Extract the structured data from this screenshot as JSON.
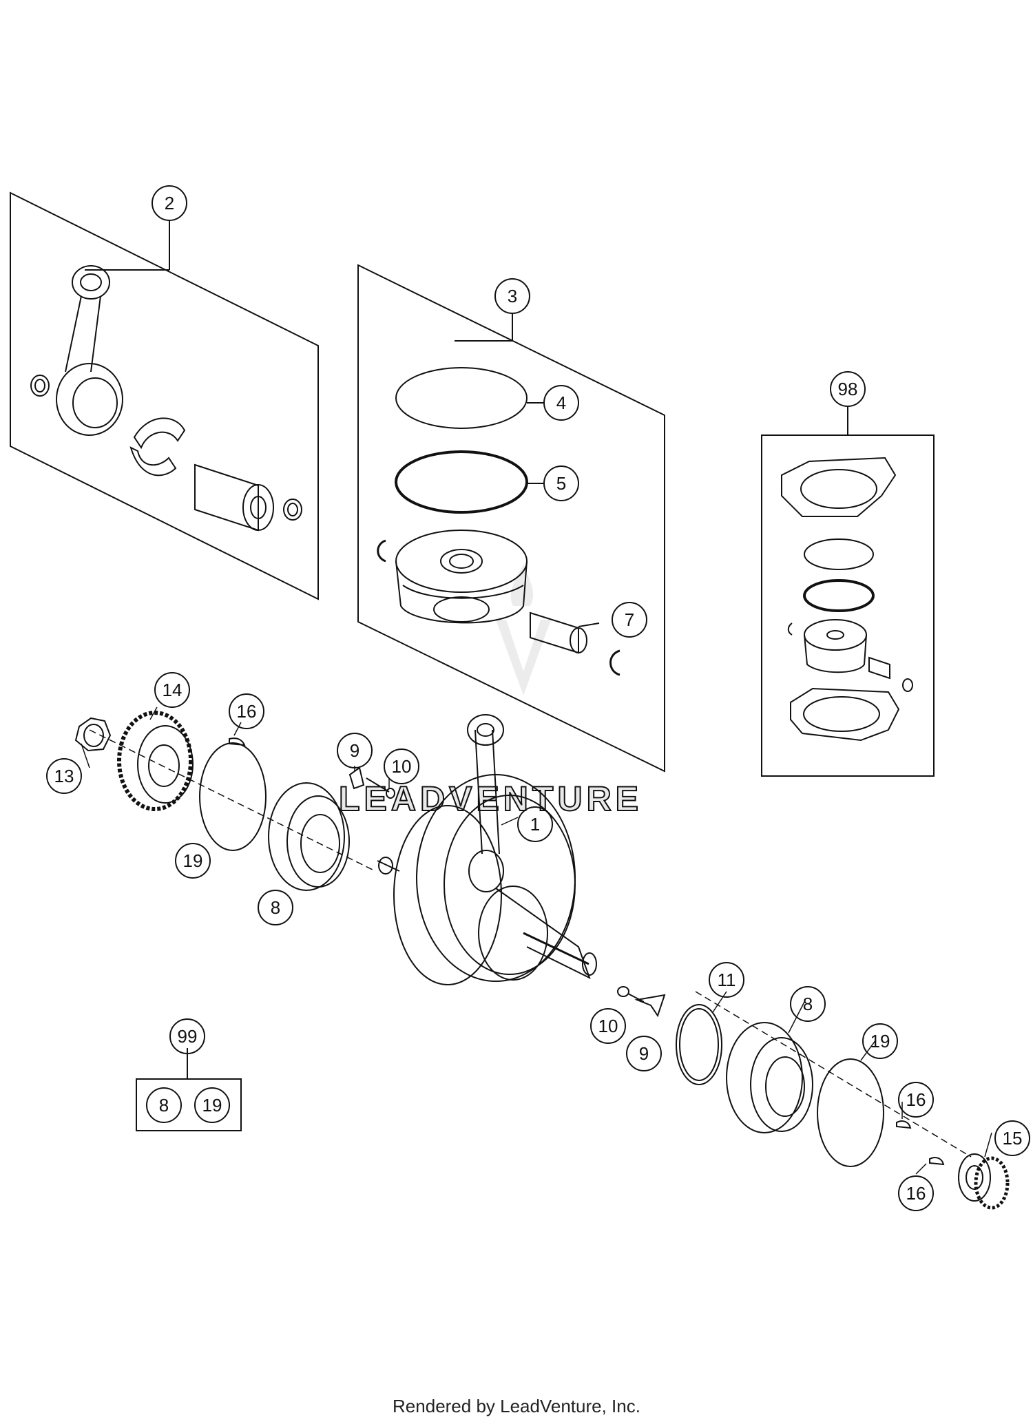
{
  "diagram": {
    "callouts": [
      {
        "id": "c2",
        "label": "2"
      },
      {
        "id": "c3",
        "label": "3"
      },
      {
        "id": "c4",
        "label": "4"
      },
      {
        "id": "c5",
        "label": "5"
      },
      {
        "id": "c7",
        "label": "7"
      },
      {
        "id": "c98",
        "label": "98"
      },
      {
        "id": "c14",
        "label": "14"
      },
      {
        "id": "c16a",
        "label": "16"
      },
      {
        "id": "c13",
        "label": "13"
      },
      {
        "id": "c9a",
        "label": "9"
      },
      {
        "id": "c10a",
        "label": "10"
      },
      {
        "id": "c1",
        "label": "1"
      },
      {
        "id": "c19a",
        "label": "19"
      },
      {
        "id": "c8a",
        "label": "8"
      },
      {
        "id": "c11",
        "label": "11"
      },
      {
        "id": "c8b",
        "label": "8"
      },
      {
        "id": "c10b",
        "label": "10"
      },
      {
        "id": "c9b",
        "label": "9"
      },
      {
        "id": "c19b",
        "label": "19"
      },
      {
        "id": "c16b",
        "label": "16"
      },
      {
        "id": "c15",
        "label": "15"
      },
      {
        "id": "c16c",
        "label": "16"
      },
      {
        "id": "c99",
        "label": "99"
      },
      {
        "id": "c8c",
        "label": "8"
      },
      {
        "id": "c19c",
        "label": "19"
      }
    ]
  },
  "watermark": {
    "text": "LEADVENTURE"
  },
  "footer": {
    "text": "Rendered by LeadVenture, Inc."
  }
}
